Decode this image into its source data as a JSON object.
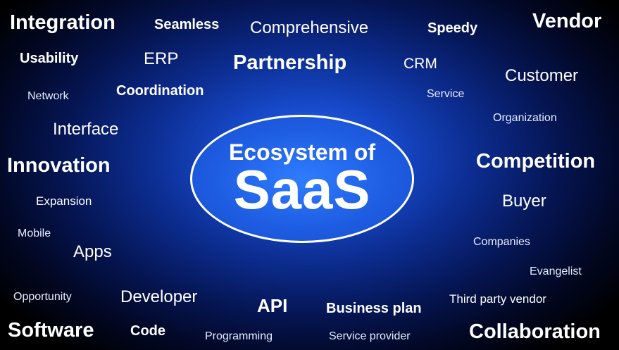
{
  "center": {
    "line1": "Ecosystem of",
    "line2": "SaaS"
  },
  "words": {
    "integration": "Integration",
    "seamless": "Seamless",
    "comprehensive": "Comprehensive",
    "speedy": "Speedy",
    "vendor": "Vendor",
    "usability": "Usability",
    "erp": "ERP",
    "partnership": "Partnership",
    "crm": "CRM",
    "customer": "Customer",
    "network": "Network",
    "coordination": "Coordination",
    "service": "Service",
    "organization": "Organization",
    "interface": "Interface",
    "innovation": "Innovation",
    "competition": "Competition",
    "expansion": "Expansion",
    "buyer": "Buyer",
    "mobile": "Mobile",
    "apps": "Apps",
    "companies": "Companies",
    "evangelist": "Evangelist",
    "opportunity": "Opportunity",
    "developer": "Developer",
    "api": "API",
    "business_plan": "Business plan",
    "third_party_vendor": "Third party vendor",
    "software": "Software",
    "code": "Code",
    "programming": "Programming",
    "service_provider": "Service provider",
    "collaboration": "Collaboration"
  }
}
